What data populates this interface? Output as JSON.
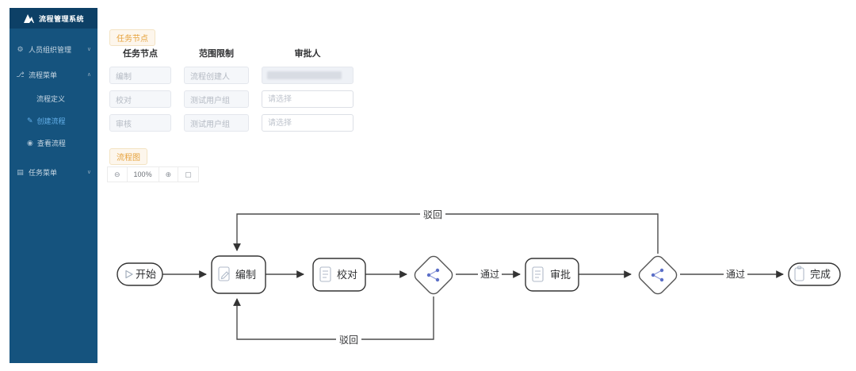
{
  "app": {
    "title": "流程管理系统"
  },
  "sidebar": {
    "items": {
      "org": {
        "label": "人员组织管理",
        "icon_glyph": "⚙",
        "chevron": "∨"
      },
      "process_menu": {
        "label": "流程菜单",
        "icon_glyph": "⎇",
        "chevron": "∧"
      },
      "process_define": {
        "label": "流程定义"
      },
      "create_process": {
        "label": "创建流程",
        "icon_glyph": "✎",
        "selected": true
      },
      "view_process": {
        "label": "查看流程",
        "icon_glyph": "◉"
      },
      "task_menu": {
        "label": "任务菜单",
        "icon_glyph": "▤",
        "chevron": "∨"
      }
    }
  },
  "task_section": {
    "badge": "任务节点",
    "headers": [
      "任务节点",
      "范围限制",
      "审批人"
    ],
    "rows": [
      {
        "node": "编制",
        "scope": "流程创建人",
        "approver_placeholder": ""
      },
      {
        "node": "校对",
        "scope": "测试用户组",
        "approver_placeholder": "请选择"
      },
      {
        "node": "审核",
        "scope": "测试用户组",
        "approver_placeholder": "请选择"
      }
    ]
  },
  "diagram_section": {
    "badge": "流程图",
    "toolbar": {
      "zoom_out": "⊖",
      "zoom_level": "100%",
      "zoom_in": "⊕",
      "fit": "▢"
    },
    "nodes": {
      "start": "开始",
      "compile": "编制",
      "proofread": "校对",
      "approve": "审批",
      "finish": "完成"
    },
    "labels": {
      "pass": "通过",
      "reject": "驳回"
    }
  },
  "colors": {
    "sidebar_bg": "#15537e",
    "sidebar_header_bg": "#0d4066",
    "selected_item": "#64b0ea",
    "badge_text": "#e6a23c",
    "badge_bg": "#fdf6ec",
    "node_stroke": "#333333",
    "gateway_icon": "#5b6fc7"
  }
}
